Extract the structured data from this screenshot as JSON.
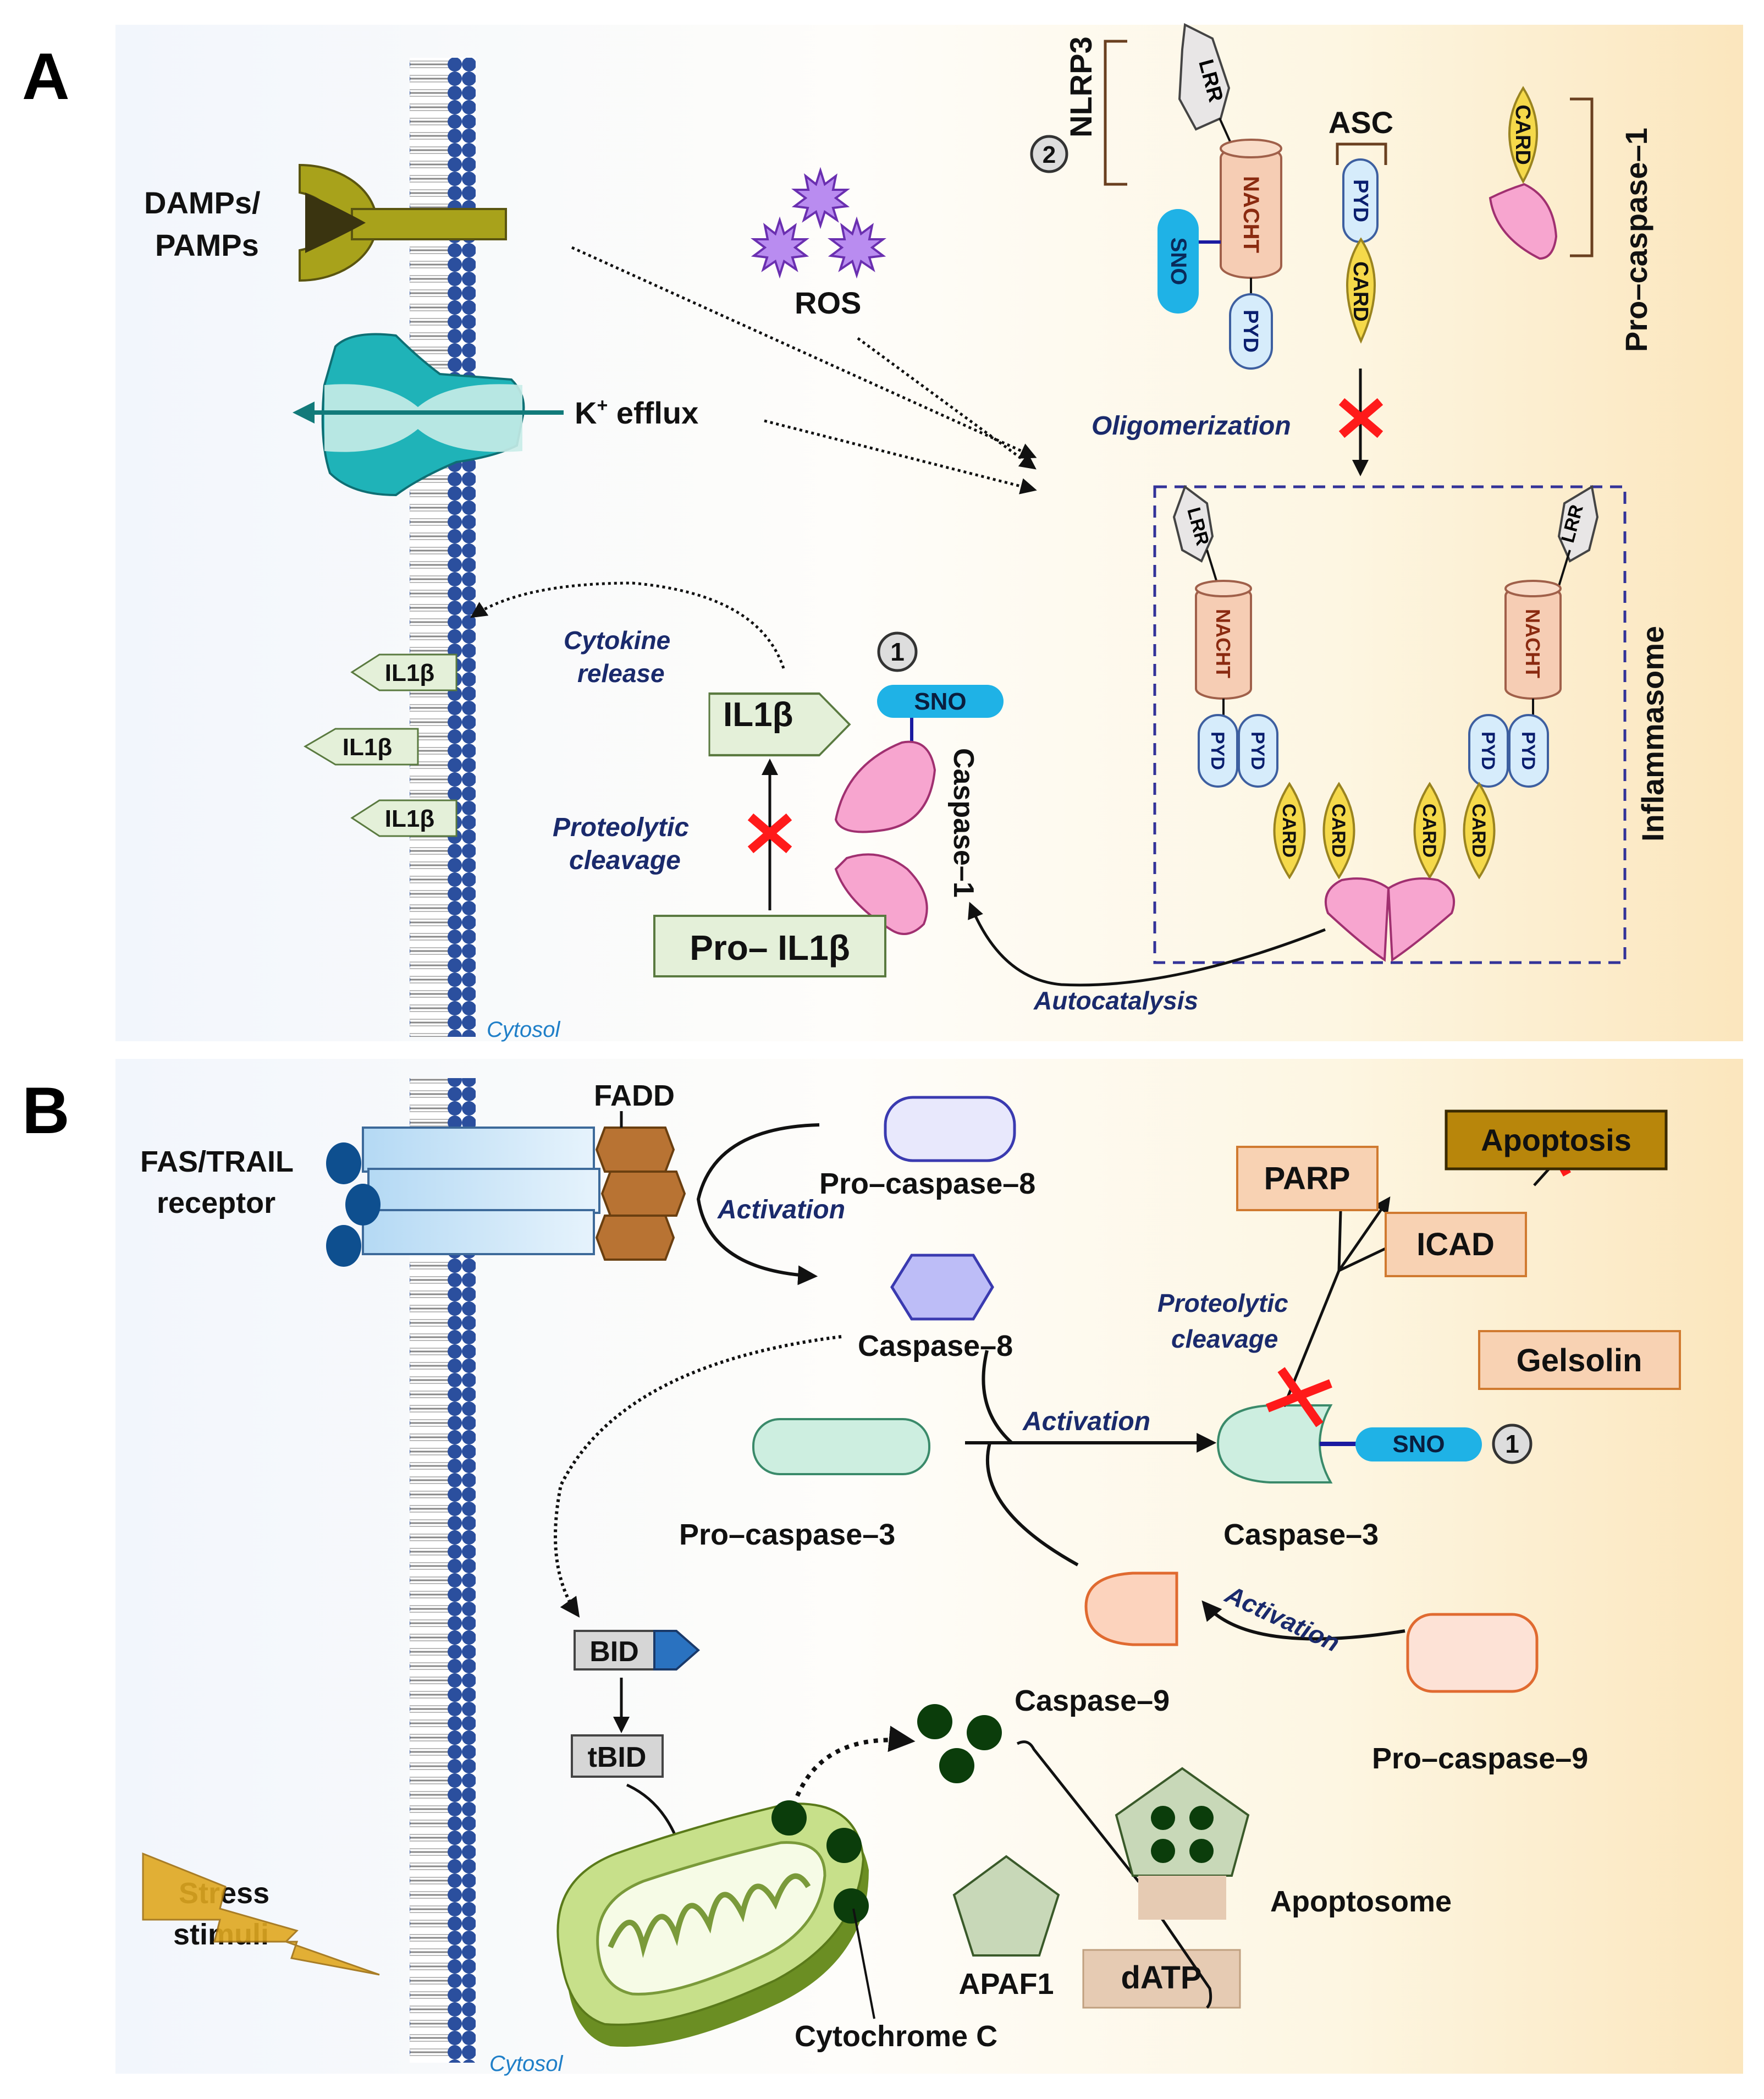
{
  "panels": {
    "a": {
      "letter": "A",
      "cytosol": "Cytosol",
      "damps": [
        "DAMPs/",
        "PAMPs"
      ],
      "ros": "ROS",
      "k_efflux_k": "K",
      "k_efflux_sup": "+",
      "k_efflux_rest": " efflux",
      "nlrp3": "NLRP3",
      "asc": "ASC",
      "pro_caspase1": "Pro–caspase–1",
      "domains": {
        "lrr": "LRR",
        "nacht": "NACHT",
        "pyd": "PYD",
        "card": "CARD",
        "sno": "SNO"
      },
      "marker_2": "2",
      "marker_1": "1",
      "oligomerization": "Oligomerization",
      "inflammasome": "Inflammasome",
      "autocatalysis": "Autocatalysis",
      "caspase1": "Caspase–1",
      "cytokine_release": [
        "Cytokine",
        "release"
      ],
      "il1b": "IL1β",
      "pro_il1b": "Pro– IL1β",
      "proteolytic_cleavage": [
        "Proteolytic",
        "cleavage"
      ]
    },
    "b": {
      "letter": "B",
      "cytosol": "Cytosol",
      "receptor": [
        "FAS/TRAIL",
        "receptor"
      ],
      "fadd": "FADD",
      "pro_caspase8": "Pro–caspase–8",
      "activation": "Activation",
      "caspase8": "Caspase–8",
      "pro_caspase3": "Pro–caspase–3",
      "caspase3": "Caspase–3",
      "sno": "SNO",
      "marker_1": "1",
      "proteolytic_cleavage": [
        "Proteolytic",
        "cleavage"
      ],
      "parp": "PARP",
      "icad": "ICAD",
      "gelsolin": "Gelsolin",
      "apoptosis": "Apoptosis",
      "caspase9": "Caspase–9",
      "pro_caspase9": "Pro–caspase–9",
      "bid": "BID",
      "tbid": "tBID",
      "stress": [
        "Stress",
        "stimuli"
      ],
      "cytochrome_c": "Cytochrome C",
      "apaf1": "APAF1",
      "dATP": "dATP",
      "apoptosome": "Apoptosome"
    }
  },
  "colors": {
    "membrane": "#2b4f9e",
    "inhibition_x": "#ff1a1a",
    "italic_label": "#1a2a6c",
    "sno": "#1fb2e6",
    "card": "#f5d94a",
    "pyd": "#d6ecfb",
    "nacht": "#f6cdb4",
    "caspase_pink": "#f7a5cf",
    "apoptosis_box": "#b8860b",
    "substrate_box": "#f8d2b3"
  }
}
